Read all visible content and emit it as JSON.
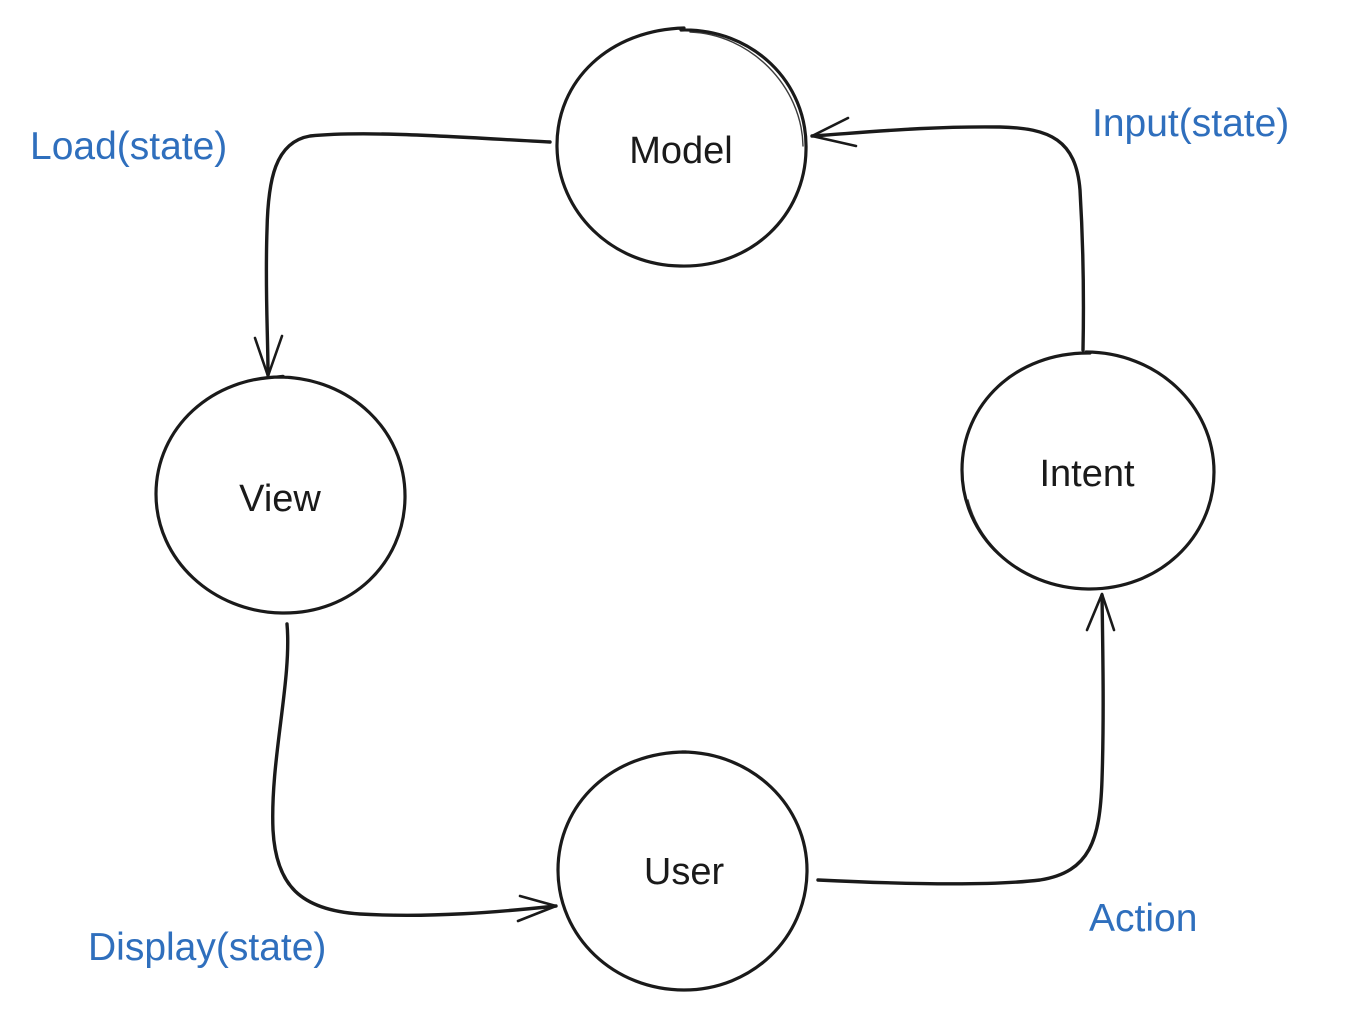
{
  "diagram": {
    "nodes": {
      "model": {
        "label": "Model"
      },
      "view": {
        "label": "View"
      },
      "intent": {
        "label": "Intent"
      },
      "user": {
        "label": "User"
      }
    },
    "edges": {
      "model_to_view": {
        "from": "Model",
        "to": "View",
        "label": "Load(state)"
      },
      "view_to_user": {
        "from": "View",
        "to": "User",
        "label": "Display(state)"
      },
      "user_to_intent": {
        "from": "User",
        "to": "Intent",
        "label": "Action"
      },
      "intent_to_model": {
        "from": "Intent",
        "to": "Model",
        "label": "Input(state)"
      }
    },
    "colors": {
      "edge_label": "#2f6fbd",
      "stroke": "#1a1a1a"
    }
  }
}
